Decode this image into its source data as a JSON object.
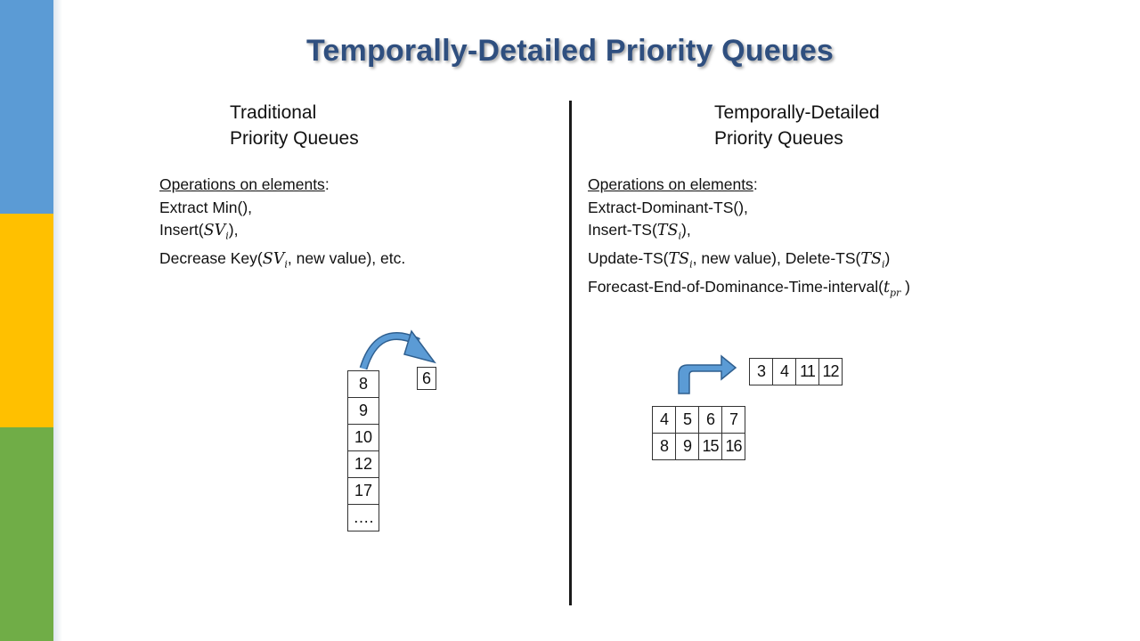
{
  "title": "Temporally-Detailed Priority Queues",
  "left": {
    "heading_line1": "Traditional",
    "heading_line2": "Priority Queues",
    "ops_header": "Operations on elements",
    "ops": {
      "extract": "Extract Min(),",
      "insert_pre": "Insert(",
      "insert_var": "SV",
      "insert_sub": "i",
      "insert_post": "),",
      "decrease_pre": "Decrease Key(",
      "decrease_var": "SV",
      "decrease_sub": "i",
      "decrease_post": ", new value), etc."
    },
    "stack": [
      "8",
      "9",
      "10",
      "12",
      "17",
      "…."
    ],
    "extracted": "6"
  },
  "right": {
    "heading_line1": "Temporally-Detailed",
    "heading_line2": "Priority Queues",
    "ops_header": "Operations on elements",
    "ops": {
      "extract": "Extract-Dominant-TS(),",
      "insert_pre": "Insert-TS(",
      "insert_var": "TS",
      "insert_sub": "i",
      "insert_post": "),",
      "update_pre": "Update-TS(",
      "update_var": "TS",
      "update_sub": "i",
      "update_mid": ", new value), Delete-TS(",
      "delete_var": "TS",
      "delete_sub": "i",
      "update_post": ")",
      "forecast_pre": "Forecast-End-of-Dominance-Time-interval(",
      "forecast_var": "t",
      "forecast_sub": "pr",
      "forecast_post": " )"
    },
    "top_row": [
      "3",
      "4",
      "11",
      "12"
    ],
    "queue_row1": [
      "4",
      "5",
      "6",
      "7"
    ],
    "queue_row2": [
      "8",
      "9",
      "15",
      "16"
    ]
  },
  "colors": {
    "bar_blue": "#5b9bd5",
    "bar_yellow": "#ffc000",
    "bar_green": "#70ad47",
    "title": "#2f4f7f",
    "arrow_fill": "#5b9bd5",
    "arrow_stroke": "#2f5f8f"
  }
}
